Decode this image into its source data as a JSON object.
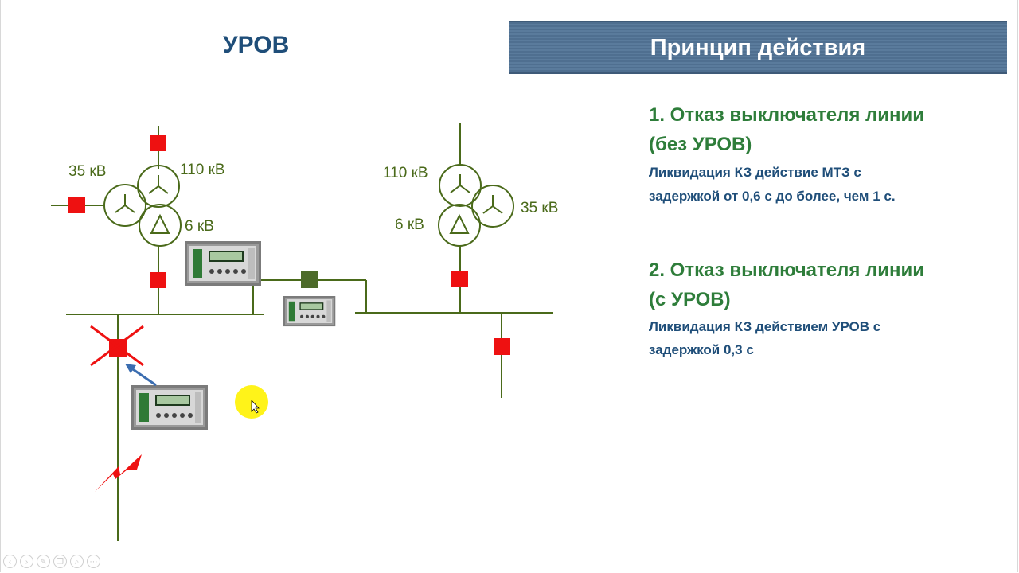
{
  "slide": {
    "title": "УРОВ",
    "header": "Принцип действия",
    "items": [
      {
        "heading_line1": "1. Отказ выключателя линии",
        "heading_line2": "(без УРОВ)",
        "body_line1": "Ликвидация КЗ действие МТЗ с",
        "body_line2": "задержкой от 0,6 с до более, чем 1 с."
      },
      {
        "heading_line1": "2. Отказ выключателя  линии",
        "heading_line2": "(с УРОВ)",
        "body_line1": "Ликвидация КЗ действием УРОВ с",
        "body_line2": "задержкой  0,3 с"
      }
    ]
  },
  "diagram": {
    "left_transformer": {
      "hv_label": "110 кВ",
      "mv_label": "35 кВ",
      "lv_label": "6 кВ"
    },
    "right_transformer": {
      "hv_label": "110 кВ",
      "mv_label": "35 кВ",
      "lv_label": "6 кВ"
    }
  },
  "colors": {
    "breaker": "#ee1111",
    "line": "#4a6a1a",
    "sectional_breaker": "#4d6b2a",
    "title": "#1f4e79",
    "heading_green": "#2e7d3a",
    "cursor_highlight": "#fff200"
  },
  "controls": [
    "prev-icon",
    "next-icon",
    "pen-icon",
    "copy-icon",
    "zoom-icon",
    "menu-icon"
  ]
}
